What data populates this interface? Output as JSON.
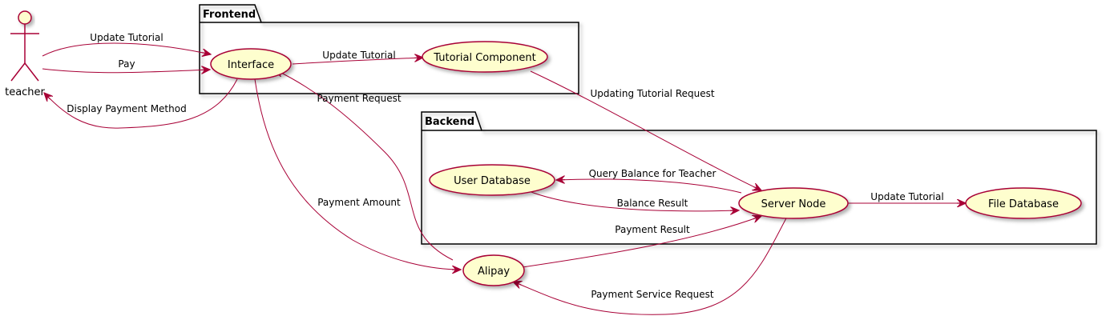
{
  "colors": {
    "usecase_fill": "#FEFECE",
    "usecase_stroke": "#A80036",
    "edge": "#A80036",
    "package_stroke": "#000000"
  },
  "actor": {
    "name": "teacher"
  },
  "packages": {
    "frontend": "Frontend",
    "backend": "Backend"
  },
  "usecases": {
    "interface": "Interface",
    "tutorial_component": "Tutorial Component",
    "user_database": "User Database",
    "server_node": "Server Node",
    "file_database": "File Database",
    "alipay": "Alipay"
  },
  "edges": {
    "teacher_update_tutorial": "Update Tutorial",
    "teacher_pay": "Pay",
    "display_payment_method": "Display Payment Method",
    "interface_update_tutorial": "Update Tutorial",
    "updating_tutorial_request": "Updating Tutorial Request",
    "payment_request": "Payment Request",
    "payment_amount": "Payment Amount",
    "query_balance": "Query Balance for Teacher",
    "balance_result": "Balance Result",
    "server_update_tutorial": "Update Tutorial",
    "payment_result": "Payment Result",
    "payment_service_request": "Payment Service Request"
  }
}
